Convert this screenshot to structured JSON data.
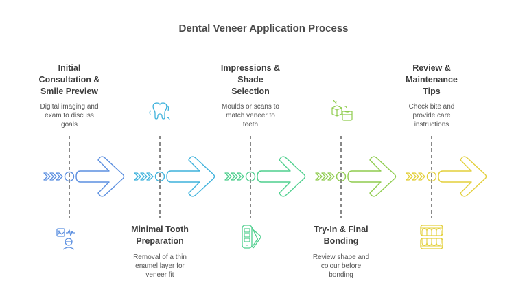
{
  "title": "Dental Veneer Application Process",
  "steps": [
    {
      "title": "Initial Consultation & Smile Preview",
      "title_lines": [
        "Initial",
        "Consultation &",
        "Smile Preview"
      ],
      "description_lines": [
        "Digital imaging and",
        "exam to discuss",
        "goals"
      ],
      "position": "top",
      "icon": "imaging-pulse-person-icon",
      "color": "#5b8fe0"
    },
    {
      "title": "Minimal Tooth Preparation",
      "title_lines": [
        "Minimal Tooth",
        "Preparation"
      ],
      "description_lines": [
        "Removal of a thin",
        "enamel layer for",
        "veneer fit"
      ],
      "position": "bottom",
      "icon": "tooth-shaving-icon",
      "color": "#3fb2dc"
    },
    {
      "title": "Impressions & Shade Selection",
      "title_lines": [
        "Impressions &",
        "Shade",
        "Selection"
      ],
      "description_lines": [
        "Moulds or scans to",
        "match veneer to",
        "teeth"
      ],
      "position": "top",
      "icon": "shade-guide-icon",
      "color": "#4fcf8e"
    },
    {
      "title": "Try-In & Final Bonding",
      "title_lines": [
        "Try-In & Final",
        "Bonding"
      ],
      "description_lines": [
        "Review shape and",
        "colour before",
        "bonding"
      ],
      "position": "bottom",
      "icon": "box-veneer-icon",
      "color": "#8fcc4e"
    },
    {
      "title": "Review & Maintenance Tips",
      "title_lines": [
        "Review &",
        "Maintenance",
        "Tips"
      ],
      "description_lines": [
        "Check bite and",
        "provide care",
        "instructions"
      ],
      "position": "top",
      "icon": "teeth-icon",
      "color": "#e3cf3a"
    }
  ]
}
